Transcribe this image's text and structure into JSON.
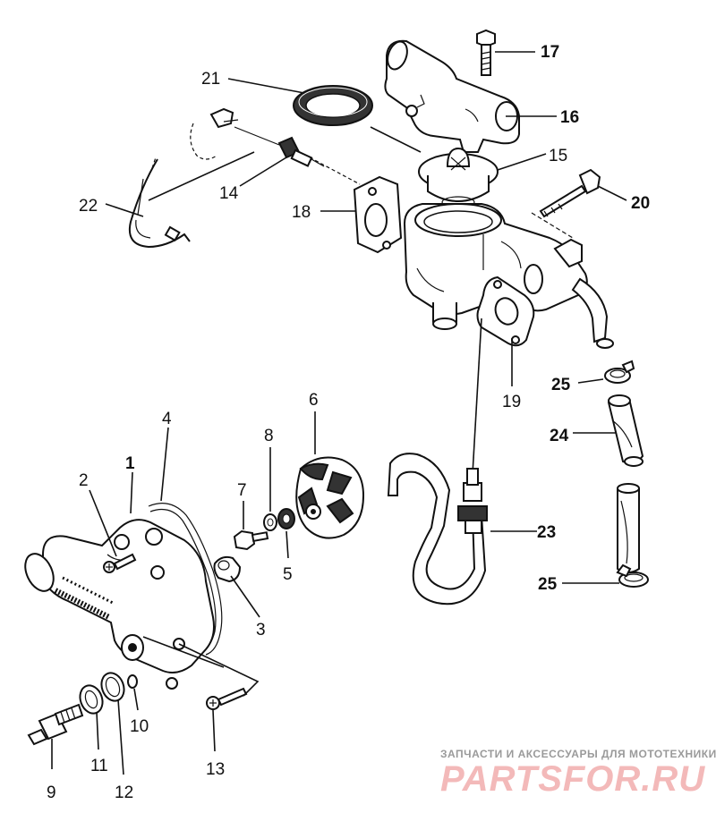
{
  "callouts": {
    "c1": "1",
    "c2": "2",
    "c3": "3",
    "c4": "4",
    "c5": "5",
    "c6": "6",
    "c7": "7",
    "c8": "8",
    "c9": "9",
    "c10": "10",
    "c11": "11",
    "c12": "12",
    "c13": "13",
    "c14": "14",
    "c15": "15",
    "c16": "16",
    "c17": "17",
    "c18": "18",
    "c19": "19",
    "c20": "20",
    "c21": "21",
    "c22": "22",
    "c23": "23",
    "c24": "24",
    "c25a": "25",
    "c25b": "25"
  },
  "watermark": {
    "caption": "ЗАПЧАСТИ И АКСЕССУАРЫ ДЛЯ МОТОТЕХНИКИ",
    "logo": "PARTSFOR.RU"
  },
  "colors": {
    "line": "#111111",
    "watermark_text": "#9a9a9a",
    "watermark_logo": "#f3b9b9"
  }
}
